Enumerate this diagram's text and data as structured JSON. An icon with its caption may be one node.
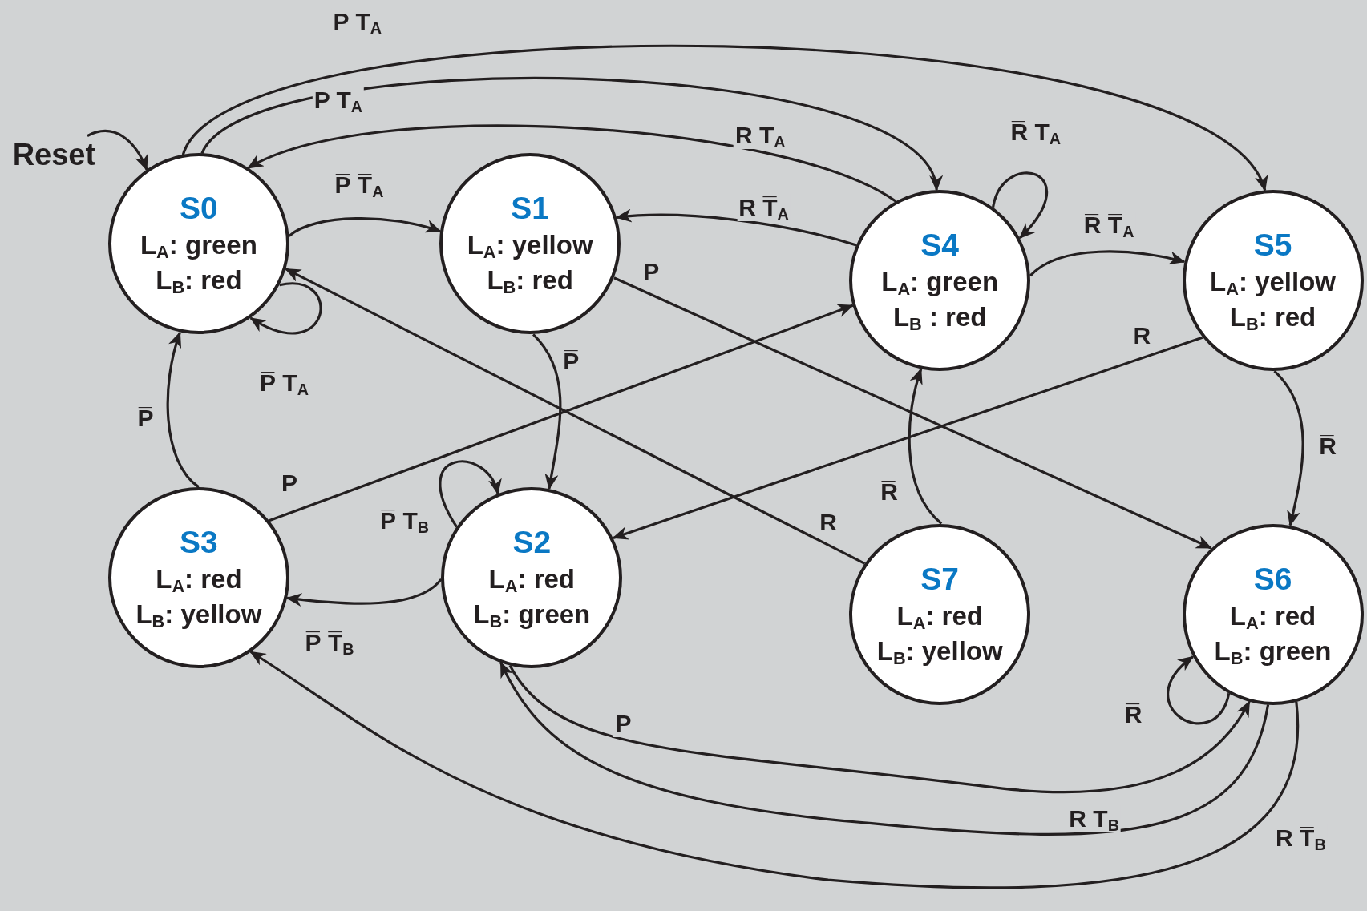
{
  "diagram": {
    "nodes": [
      {
        "text": [
          "S0",
          "L$_{A}$: green",
          "L$_{B}$: red"
        ]
      },
      {
        "text": [
          "S1",
          "L$_{A}$: yellow",
          "L$_{B}$: red"
        ]
      },
      {
        "text": [
          "S4",
          "L$_{A}$: green",
          "L$_{B}$ : red"
        ]
      },
      {
        "text": [
          "S5",
          "L$_{A}$: yellow",
          "L$_{B}$: red"
        ]
      },
      {
        "text": [
          "S3",
          "L$_{A}$: red",
          "L$_{B}$: yellow"
        ]
      },
      {
        "text": [
          "S2",
          "L$_{A}$: red",
          "L$_{B}$: green"
        ]
      },
      {
        "text": [
          "S7",
          "L$_{A}$: red",
          "L$_{B}$: yellow"
        ]
      },
      {
        "text": [
          "S6",
          "L$_{A}$: red",
          "L$_{B}$: green"
        ]
      },
      {
        "text": [
          "Reset"
        ]
      }
    ],
    "edges": [
      {
        "from": 8,
        "to": 0,
        "arrow": "to"
      },
      {
        "from": 0,
        "to": 2,
        "label": "P T$_{A}$",
        "arrow": "to"
      },
      {
        "from": 0,
        "to": 3,
        "label": "P T$_{A}$",
        "arrow": "to"
      },
      {
        "from": 2,
        "to": 0,
        "label": "R T$_{A}$",
        "arrow": "to"
      },
      {
        "from": 0,
        "to": 1,
        "label": "P̅ T̅$_{A}$",
        "arrow": "to"
      },
      {
        "from": 0,
        "to": 0,
        "label": "P̅ T$_{A}$",
        "arrow": "to"
      },
      {
        "from": 2,
        "to": 1,
        "label": "R T̅$_{A}$",
        "arrow": "to"
      },
      {
        "from": 2,
        "to": 2,
        "label": "R̅ T$_{A}$",
        "arrow": "to"
      },
      {
        "from": 2,
        "to": 3,
        "label": "R̅ T̅$_{A}$",
        "arrow": "to"
      },
      {
        "from": 1,
        "to": 7,
        "label": "P",
        "arrow": "to"
      },
      {
        "from": 1,
        "to": 5,
        "label": "P̅",
        "arrow": "to"
      },
      {
        "from": 4,
        "to": 0,
        "label": "P̅",
        "arrow": "to"
      },
      {
        "from": 4,
        "to": 2,
        "label": "P",
        "arrow": "to"
      },
      {
        "from": 3,
        "to": 5,
        "label": "R",
        "arrow": "to"
      },
      {
        "from": 3,
        "to": 7,
        "label": "R̅",
        "arrow": "to"
      },
      {
        "from": 5,
        "to": 4,
        "label": "P̅ T̅$_{B}$",
        "arrow": "to"
      },
      {
        "from": 5,
        "to": 5,
        "label": "P̅ T$_{B}$",
        "arrow": "to"
      },
      {
        "from": 6,
        "to": 0,
        "label": "R",
        "arrow": "to"
      },
      {
        "from": 6,
        "to": 2,
        "label": "R̅",
        "arrow": "to"
      },
      {
        "from": 5,
        "to": 7,
        "label": "P",
        "arrow": "to"
      },
      {
        "from": 7,
        "to": 5,
        "label": "R T$_{B}$",
        "arrow": "to"
      },
      {
        "from": 7,
        "to": 4,
        "label": "R T̅$_{B}$",
        "arrow": "to"
      },
      {
        "from": 7,
        "to": 7,
        "label": "R̅",
        "arrow": "to"
      }
    ]
  }
}
